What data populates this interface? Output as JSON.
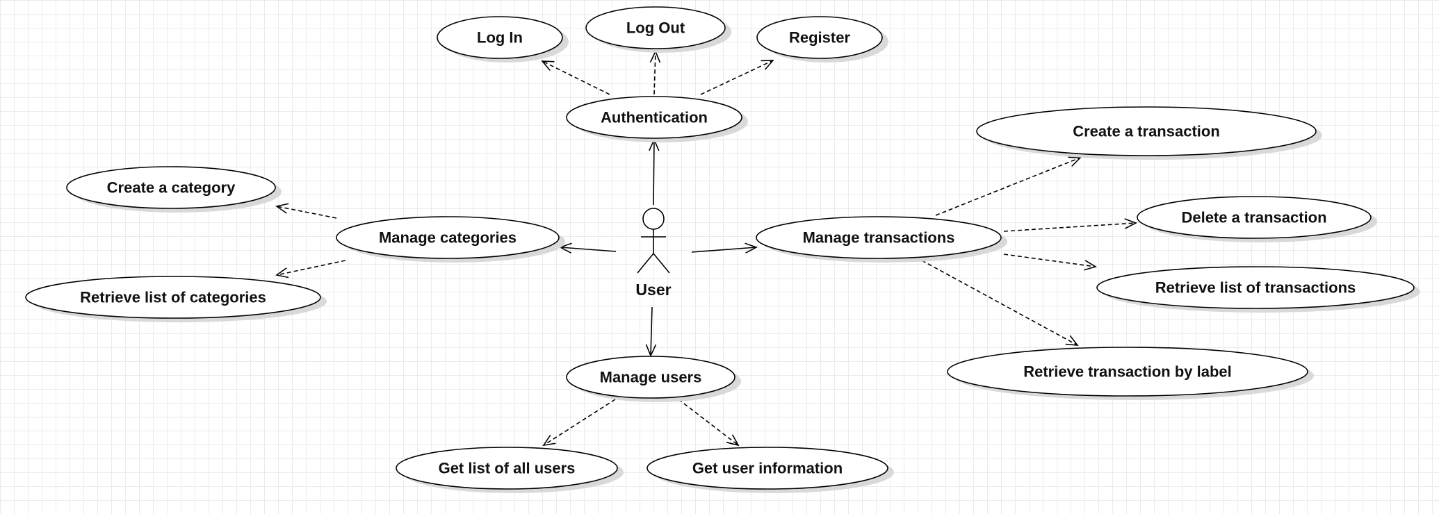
{
  "diagram": {
    "actor": {
      "label": "User"
    },
    "use_cases": {
      "log_in": "Log In",
      "log_out": "Log Out",
      "register": "Register",
      "authentication": "Authentication",
      "create_category": "Create a category",
      "manage_categories": "Manage categories",
      "retrieve_categories": "Retrieve list of categories",
      "manage_users": "Manage users",
      "get_all_users": "Get list of all users",
      "get_user_info": "Get user information",
      "manage_transactions": "Manage transactions",
      "create_transaction": "Create a transaction",
      "delete_transaction": "Delete a transaction",
      "retrieve_transactions": "Retrieve list of transactions",
      "retrieve_by_label": "Retrieve transaction by label"
    },
    "relations": [
      {
        "from": "actor",
        "to": "authentication",
        "style": "association"
      },
      {
        "from": "actor",
        "to": "manage_categories",
        "style": "association"
      },
      {
        "from": "actor",
        "to": "manage_transactions",
        "style": "association"
      },
      {
        "from": "actor",
        "to": "manage_users",
        "style": "association"
      },
      {
        "from": "authentication",
        "to": "log_in",
        "style": "dependency"
      },
      {
        "from": "authentication",
        "to": "log_out",
        "style": "dependency"
      },
      {
        "from": "authentication",
        "to": "register",
        "style": "dependency"
      },
      {
        "from": "manage_categories",
        "to": "create_category",
        "style": "dependency"
      },
      {
        "from": "manage_categories",
        "to": "retrieve_categories",
        "style": "dependency"
      },
      {
        "from": "manage_users",
        "to": "get_all_users",
        "style": "dependency"
      },
      {
        "from": "manage_users",
        "to": "get_user_info",
        "style": "dependency"
      },
      {
        "from": "manage_transactions",
        "to": "create_transaction",
        "style": "dependency"
      },
      {
        "from": "manage_transactions",
        "to": "delete_transaction",
        "style": "dependency"
      },
      {
        "from": "manage_transactions",
        "to": "retrieve_transactions",
        "style": "dependency"
      },
      {
        "from": "manage_transactions",
        "to": "retrieve_by_label",
        "style": "dependency"
      }
    ],
    "colors": {
      "stroke": "#000000",
      "fill": "#ffffff",
      "shadow": "#d9d9d9",
      "grid": "#ebebeb"
    }
  }
}
